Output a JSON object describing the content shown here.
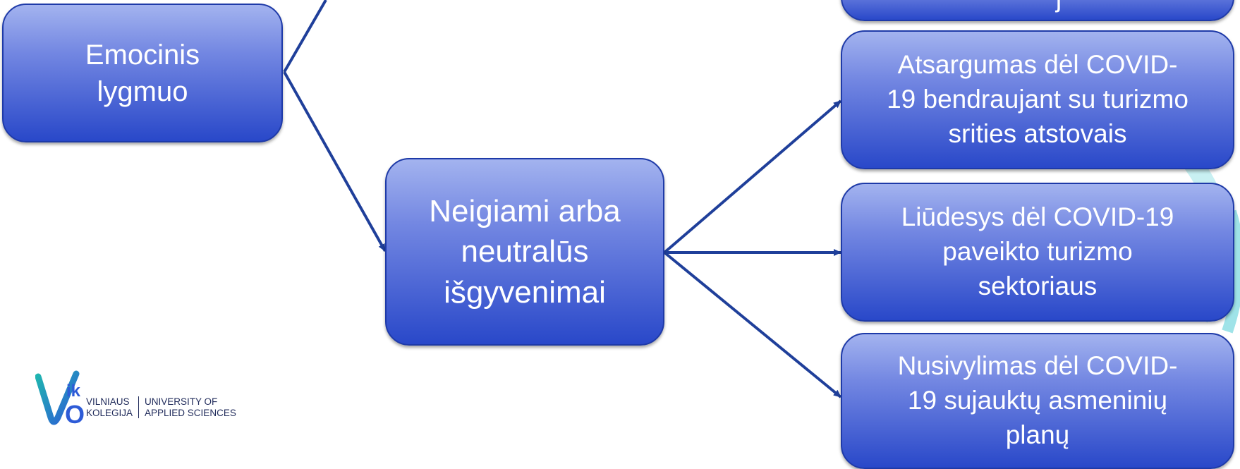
{
  "diagram": {
    "emotional_level": "Emocinis\nlygmuo",
    "negative_neutral": "Neigiami arba\nneutralūs\nišgyvenimai",
    "top_cut_node": "j",
    "caution": "Atsargumas dėl COVID-\n19 bendraujant su turizmo\nsrities atstovais",
    "sadness": "Liūdesys dėl COVID-19\npaveikto turizmo\nsektoriaus",
    "disappointment": "Nusivylimas dėl COVID-\n19 sujauktų asmeninių\nplanų"
  },
  "logo": {
    "letters_top": "ik",
    "letter_bottom": "O",
    "left_line1": "VILNIAUS",
    "left_line2": "KOLEGIJA",
    "right_line1": "UNIVERSITY OF",
    "right_line2": "APPLIED SCIENCES"
  },
  "colors": {
    "node_top": "#a3b3ef",
    "node_bottom": "#2948c9",
    "connector": "#1f3f9a",
    "logo_teal": "#1fb5b0",
    "logo_blue": "#2d5bd7",
    "decor_teal": "#bfeef0"
  }
}
